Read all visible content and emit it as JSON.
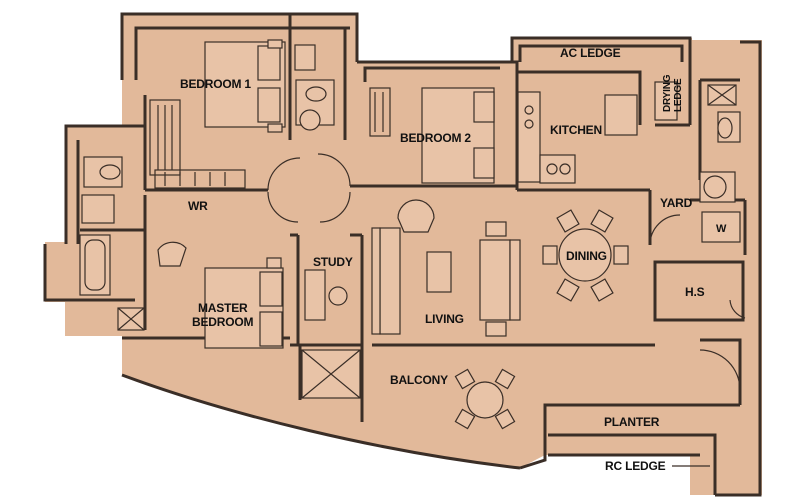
{
  "rooms": {
    "bedroom1": "BEDROOM 1",
    "bedroom2": "BEDROOM 2",
    "ac_ledge": "AC LEDGE",
    "drying_ledge_line1": "DRYING",
    "drying_ledge_line2": "LEDGE",
    "kitchen": "KITCHEN",
    "wr": "WR",
    "yard": "YARD",
    "w": "W",
    "study": "STUDY",
    "dining": "DINING",
    "master_line1": "MASTER",
    "master_line2": "BEDROOM",
    "living": "LIVING",
    "hs": "H.S",
    "balcony": "BALCONY",
    "planter": "PLANTER",
    "rc_ledge": "RC LEDGE"
  },
  "colors": {
    "floor": "#e2b99a",
    "wall": "#3a2e27",
    "background": "#ffffff"
  }
}
